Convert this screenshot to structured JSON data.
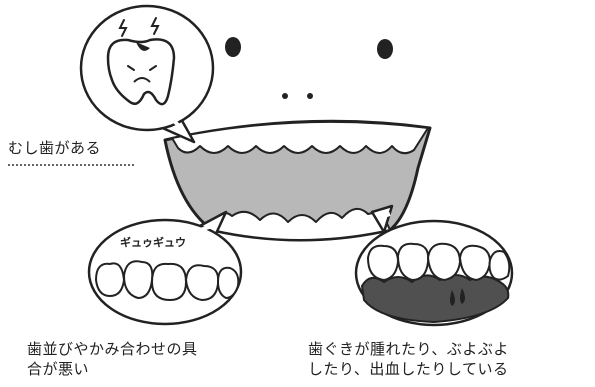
{
  "labels": {
    "cavity": "むし歯がある",
    "bite_line1": "歯並びやかみ合わせの具",
    "bite_line2": "合が悪い",
    "gum_line1": "歯ぐきが腫れたり、ぶよぶよ",
    "gum_line2": "したり、出血したりしている"
  },
  "sound_effect": "ギュゥギュウ",
  "colors": {
    "mouth": "#b8b8b8",
    "gum": "#505050",
    "ink": "#222222"
  }
}
